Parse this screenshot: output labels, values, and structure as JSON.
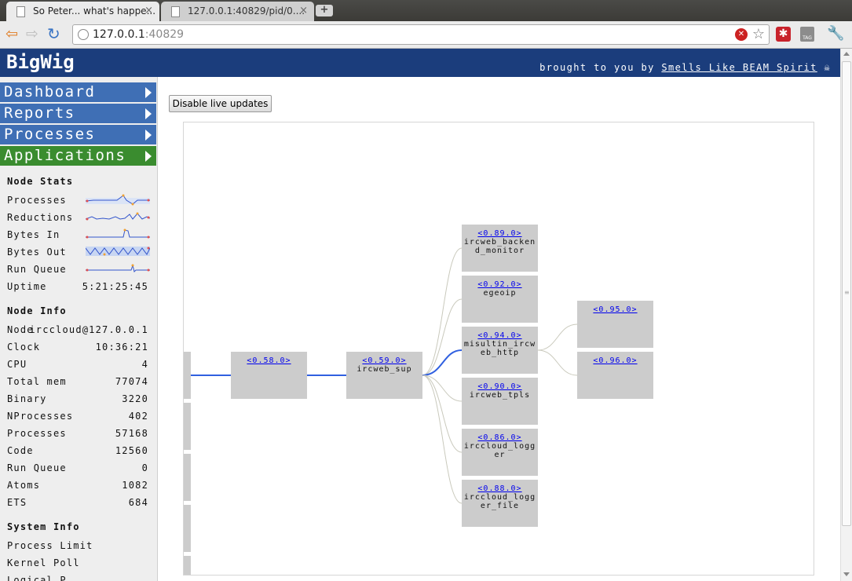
{
  "browser": {
    "tabs": [
      {
        "title": "So Peter... what's happe..."
      },
      {
        "title": "127.0.0.1:40829/pid/0...."
      }
    ],
    "url_host": "127.0.0.1",
    "url_port": ":40829",
    "icons": {
      "back": "back-arrow-icon",
      "forward": "forward-arrow-icon",
      "reload": "reload-icon",
      "star": "star-icon",
      "wrench": "wrench-icon"
    }
  },
  "header": {
    "logo": "BigWig",
    "credit_prefix": "brought to you by",
    "credit_link": "Smells Like BEAM Spirit",
    "credit_suffix": "☠"
  },
  "nav": {
    "items": [
      {
        "label": "Dashboard"
      },
      {
        "label": "Reports"
      },
      {
        "label": "Processes"
      },
      {
        "label": "Applications"
      }
    ],
    "active": "Applications"
  },
  "node_stats": {
    "title": "Node Stats",
    "rows": [
      {
        "label": "Processes"
      },
      {
        "label": "Reductions"
      },
      {
        "label": "Bytes In"
      },
      {
        "label": "Bytes Out"
      },
      {
        "label": "Run Queue"
      }
    ],
    "uptime_label": "Uptime",
    "uptime_value": "5:21:25:45"
  },
  "node_info": {
    "title": "Node Info",
    "rows": [
      {
        "label": "Node",
        "value": "irccloud@127.0.0.1"
      },
      {
        "label": "Clock",
        "value": "10:36:21"
      },
      {
        "label": "CPU",
        "value": "4"
      },
      {
        "label": "Total mem",
        "value": "77074"
      },
      {
        "label": "Binary",
        "value": "3220"
      },
      {
        "label": "NProcesses",
        "value": "402"
      },
      {
        "label": "Processes",
        "value": "57168"
      },
      {
        "label": "Code",
        "value": "12560"
      },
      {
        "label": "Run Queue",
        "value": "0"
      },
      {
        "label": "Atoms",
        "value": "1082"
      },
      {
        "label": "ETS",
        "value": "684"
      }
    ]
  },
  "system_info": {
    "title": "System Info",
    "rows": [
      {
        "label": "Process Limit"
      },
      {
        "label": "Kernel Poll"
      },
      {
        "label": "Logical P"
      }
    ]
  },
  "main": {
    "live_button": "Disable live updates",
    "tree": {
      "root": {
        "pid": "<0.58.0>",
        "name": ""
      },
      "sup": {
        "pid": "<0.59.0>",
        "name": "ircweb_sup"
      },
      "children": [
        {
          "pid": "<0.89.0>",
          "name": "ircweb_backend_monitor"
        },
        {
          "pid": "<0.92.0>",
          "name": "egeoip"
        },
        {
          "pid": "<0.94.0>",
          "name": "misultin_ircweb_http"
        },
        {
          "pid": "<0.90.0>",
          "name": "ircweb_tpls"
        },
        {
          "pid": "<0.86.0>",
          "name": "irccloud_logger"
        },
        {
          "pid": "<0.88.0>",
          "name": "irccloud_logger_file"
        }
      ],
      "grandchildren": [
        {
          "pid": "<0.95.0>",
          "name": ""
        },
        {
          "pid": "<0.96.0>",
          "name": ""
        }
      ]
    }
  },
  "colors": {
    "header": "#1b3d7c",
    "nav": "#3f6fb5",
    "nav_active": "#3a8c2f",
    "node": "#cccccc",
    "active_link": "#3060e0"
  }
}
